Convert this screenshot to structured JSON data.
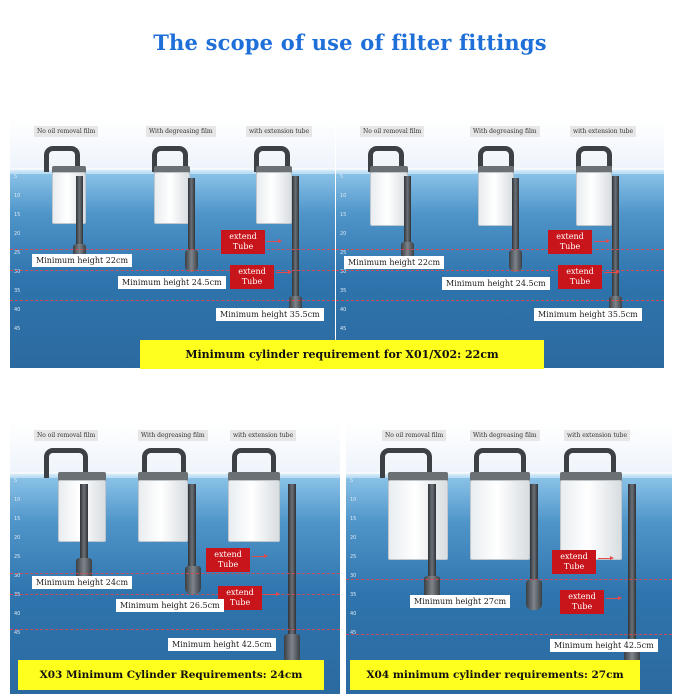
{
  "title": "The scope of use of filter fittings",
  "columns": {
    "no_film": "No oil removal film",
    "degreasing": "With degreasing film",
    "extension": "with extension tube"
  },
  "extend_label": "extend Tube",
  "panels": {
    "x01x02_left": {
      "min1": "Minimum height 22cm",
      "min2": "Minimum height 24.5cm",
      "min3": "Minimum height 35.5cm"
    },
    "x01x02_right": {
      "min1": "Minimum height 22cm",
      "min2": "Minimum height 24.5cm",
      "min3": "Minimum height 35.5cm"
    },
    "x03": {
      "min1": "Minimum height 24cm",
      "min2": "Minimum height 26.5cm",
      "min3": "Minimum height 42.5cm"
    },
    "x04": {
      "min2": "Minimum height 27cm",
      "min3": "Minimum height 42.5cm"
    }
  },
  "banners": {
    "top": "Minimum cylinder requirement for X01/X02: 22cm",
    "x03": "X03 Minimum Cylinder Requirements: 24cm",
    "x04": "X04 minimum cylinder requirements: 27cm"
  },
  "scale_ticks": [
    "5",
    "10",
    "15",
    "20",
    "25",
    "30",
    "35",
    "40",
    "45"
  ],
  "colors": {
    "title": "#1f6fd8",
    "banner": "#ffff1e",
    "extend": "#c8151b",
    "water": "#2f74ad"
  }
}
